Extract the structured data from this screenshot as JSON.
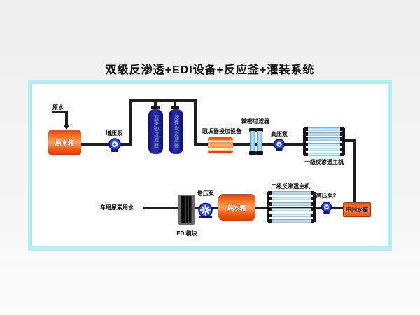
{
  "title": "双级反渗透+EDI设备+反应釜+灌装系统",
  "nodes": {
    "raw_water": "原水",
    "raw_tank": "原水箱",
    "booster_pump_1": "增压泵",
    "sand_filter": "石英砂过滤器",
    "carbon_filter": "活性炭过滤器",
    "antiscalant_doser": "阻垢器投加设备",
    "precision_filter": "精密过滤器",
    "hp_pump_1": "高压泵",
    "ro_stage1": "一级反渗透主机",
    "intermediate_tank": "中间水箱",
    "hp_pump_2": "高压泵2",
    "ro_stage2": "二级反渗透主机",
    "pure_tank": "纯水箱",
    "booster_pump_2": "增压泵",
    "edi_module": "EDI模块",
    "product_water": "车用尿素用水"
  },
  "colors": {
    "panel_border": "#b4eef2",
    "panel_bg": "#ffffff",
    "page_bg": "#f2f2f2",
    "pipe": "#1e1e1e",
    "tank_orange": "#f05a12",
    "filter_navy": "#1c1c8a",
    "membrane_blue": "#a8d8f4",
    "pump_blue": "#2d4fe0"
  }
}
